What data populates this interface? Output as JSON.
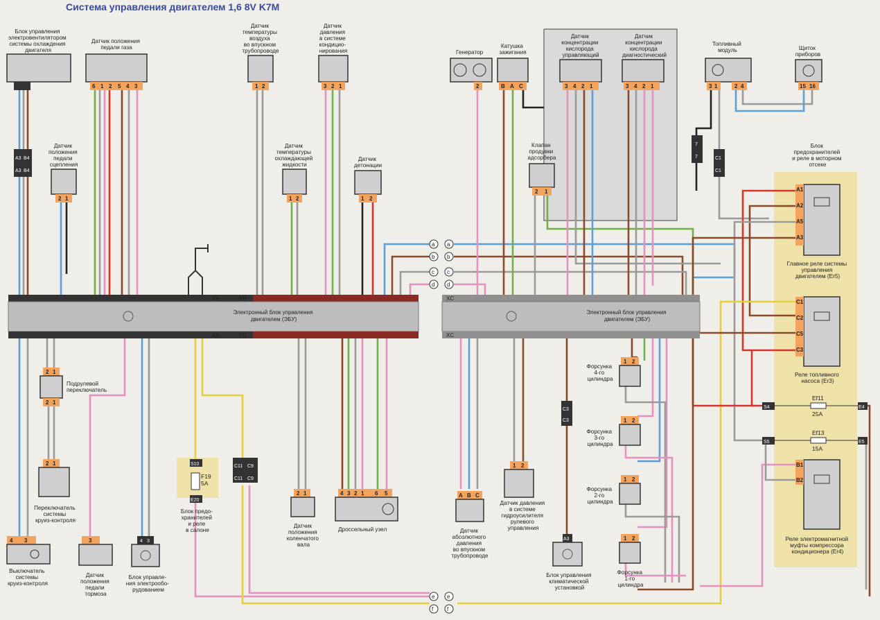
{
  "title": "Система управления двигателем 1,6 8V K7M",
  "components": {
    "fan_ecu": [
      "Блок управления",
      "электровентилятором",
      "системы охлаждения",
      "двигателя"
    ],
    "pedal_sensor": [
      "Датчик положения",
      "педали газа"
    ],
    "air_temp": [
      "Датчик",
      "температуры",
      "воздуха",
      "во впускном",
      "трубопроводе"
    ],
    "ac_pressure": [
      "Датчик",
      "давления",
      "в системе",
      "кондицио-",
      "нирования"
    ],
    "generator": [
      "Генератор"
    ],
    "ignition_coil": [
      "Катушка",
      "зажигания"
    ],
    "o2_control": [
      "Датчик",
      "концентрации",
      "кислорода",
      "управляющий"
    ],
    "o2_diag": [
      "Датчик",
      "концентрации",
      "кислорода",
      "диагностический"
    ],
    "fuel_module": [
      "Топливный",
      "модуль"
    ],
    "dashboard": [
      "Щиток",
      "приборов"
    ],
    "clutch_sensor": [
      "Датчик",
      "положения",
      "педали",
      "сцепления"
    ],
    "coolant_temp": [
      "Датчик",
      "температуры",
      "охлаждающей",
      "жидкости"
    ],
    "knock_sensor": [
      "Датчик",
      "детонации"
    ],
    "purge_valve": [
      "Клапан",
      "продувки",
      "адсорбера"
    ],
    "fuse_box": [
      "Блок",
      "предохранителей",
      "и реле в моторном",
      "отсеке"
    ],
    "main_relay": [
      "Главное реле системы",
      "управления",
      "двигателем (Er5)"
    ],
    "fuel_pump_relay": [
      "Реле топливного",
      "насоса (Er3)"
    ],
    "ac_clutch_relay": [
      "Реле электромагнитной",
      "муфты компрессора",
      "кондиционера (Er4)"
    ],
    "steering_switch": [
      "Подрулевой",
      "переключатель"
    ],
    "cruise_switch": [
      "Переключатель",
      "системы",
      "круиз-контроля"
    ],
    "cruise_off": [
      "Выключатель",
      "системы",
      "круиз-контроля"
    ],
    "brake_sensor": [
      "Датчик",
      "положения",
      "педали",
      "тормоза"
    ],
    "eps_ecu": [
      "Блок управле-",
      "ния электрообо-",
      "рудованием"
    ],
    "cabin_fuse": [
      "Блок предо-",
      "хранителей",
      "и реле",
      "в салоне"
    ],
    "crank_sensor": [
      "Датчик",
      "положения",
      "коленчатого",
      "вала"
    ],
    "throttle": [
      "Дроссельный узел"
    ],
    "map_sensor": [
      "Датчик",
      "абсолютного",
      "давления",
      "во впускном",
      "трубопроводе"
    ],
    "ps_pressure": [
      "Датчик давления",
      "в системе",
      "гидроусилителя",
      "рулевого",
      "управления"
    ],
    "climate_ecu": [
      "Блок управления",
      "климатической",
      "установкой"
    ],
    "inj4": [
      "Форсунка",
      "4-го",
      "цилиндра"
    ],
    "inj3": [
      "Форсунка",
      "3-го",
      "цилиндра"
    ],
    "inj2": [
      "Форсунка",
      "2-го",
      "цилиндра"
    ],
    "inj1": [
      "Форсунка",
      "1-го",
      "цилиндра"
    ]
  },
  "ecu": {
    "left_label": [
      "Электронный блок управления",
      "двигателем (ЭБУ)"
    ],
    "right_label": [
      "Электронный блок управления",
      "двигателем (ЭБУ)"
    ],
    "xa": "XA",
    "xb": "XB",
    "xc": "XC"
  },
  "fuses": {
    "ef11": {
      "name": "Ef11",
      "rating": "25A"
    },
    "ef13": {
      "name": "Ef13",
      "rating": "15A"
    },
    "f19": {
      "name": "F19",
      "rating": "5A"
    }
  },
  "connectors": [
    "a",
    "b",
    "c",
    "d",
    "e",
    "f"
  ],
  "colors": {
    "wire_blue": "#5aa0d8",
    "wire_red": "#d8342a",
    "wire_green": "#6fb04a",
    "wire_pink": "#e590c0",
    "wire_brown": "#8a4a2a",
    "wire_grey": "#9a9a9a",
    "wire_black": "#222222",
    "wire_yellow": "#e6cf3a",
    "ecu_grey": "#bdbdbd",
    "connector_orange": "#f3a35c",
    "highlight_yellow": "#efe2a8"
  }
}
